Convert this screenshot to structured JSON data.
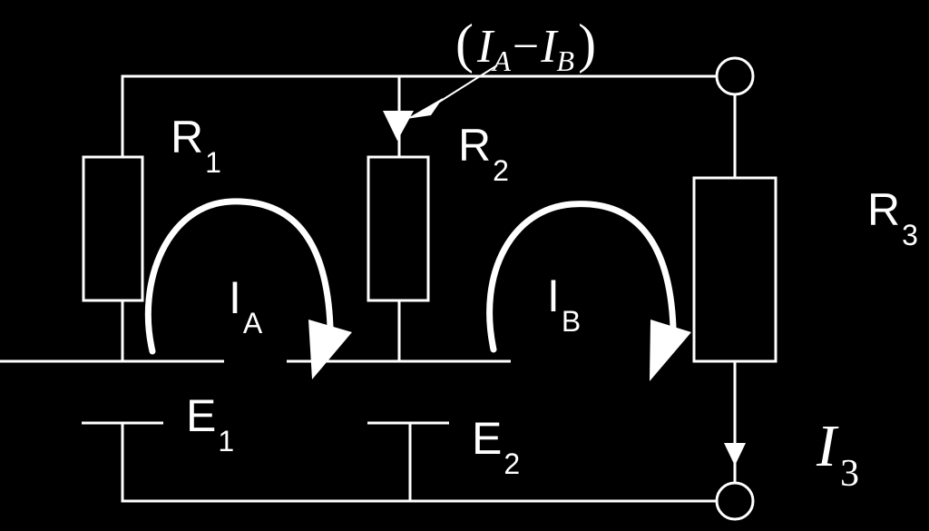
{
  "colors": {
    "background": "#000000",
    "foreground": "#ffffff"
  },
  "labels": {
    "r1": {
      "main": "R",
      "sub": "1"
    },
    "r2": {
      "main": "R",
      "sub": "2"
    },
    "r3": {
      "main": "R",
      "sub": "3"
    },
    "e1": {
      "main": "E",
      "sub": "1"
    },
    "e2": {
      "main": "E",
      "sub": "2"
    },
    "ia": {
      "main": "I",
      "sub": "A"
    },
    "ib": {
      "main": "I",
      "sub": "B"
    },
    "i3": {
      "main": "I",
      "sub": "3"
    },
    "branch_current": {
      "open": "(",
      "a": "I",
      "a_sub": "A",
      "minus": "−",
      "b": "I",
      "b_sub": "B",
      "close": ")"
    }
  }
}
